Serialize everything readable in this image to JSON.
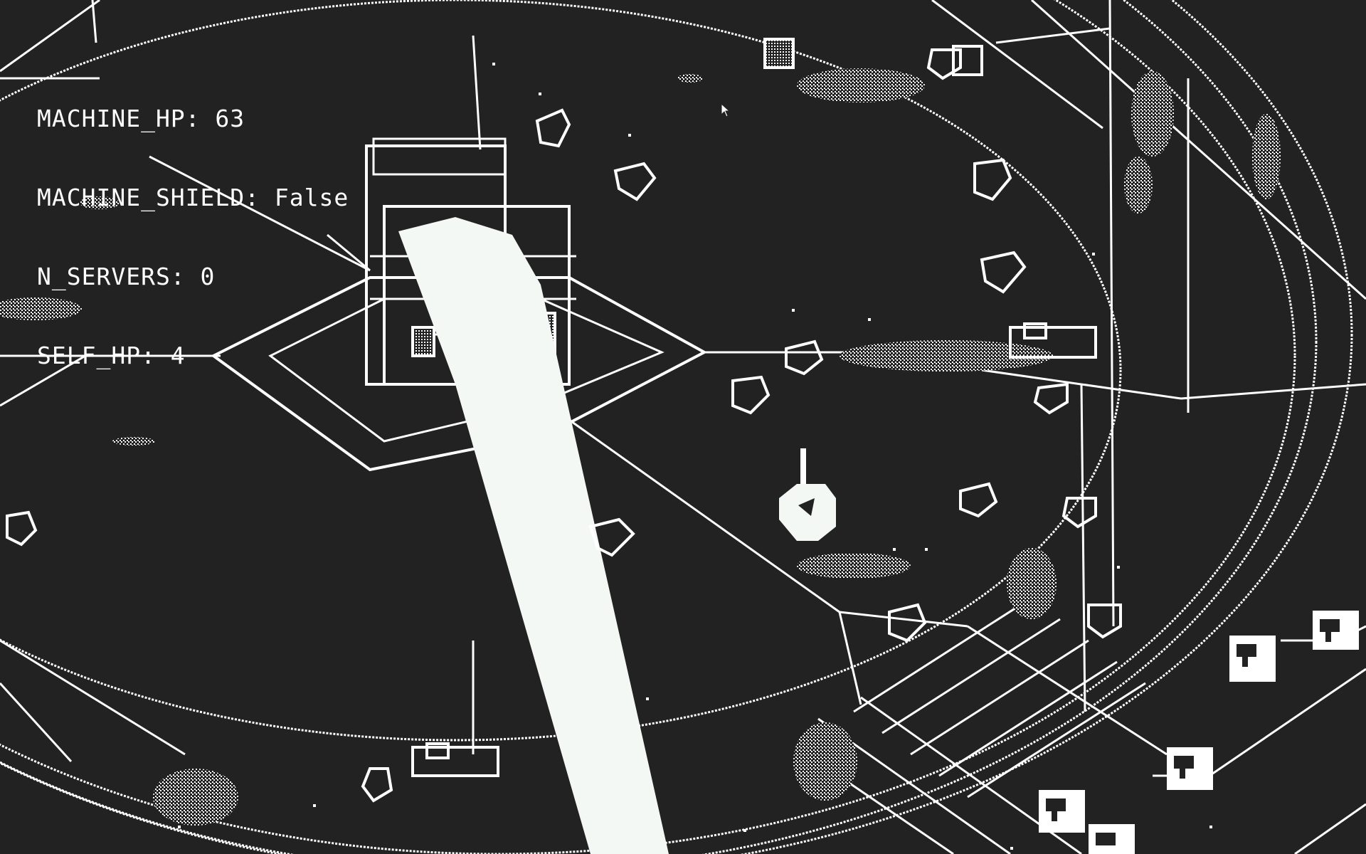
{
  "hud": {
    "machine_hp": "MACHINE_HP: 63",
    "machine_shield": "MACHINE_SHIELD: False",
    "n_servers": "N_SERVERS: 0",
    "self_hp": "SELF_HP: 4"
  },
  "colors": {
    "background": "#222222",
    "foreground": "#ffffff",
    "beam": "#f4f8f4"
  },
  "icons": {
    "cursor": "mouse-pointer-icon",
    "player": "player-ship-icon",
    "drone": "drone-icon",
    "server": "server-turret-icon",
    "tower": "central-tower-icon"
  }
}
